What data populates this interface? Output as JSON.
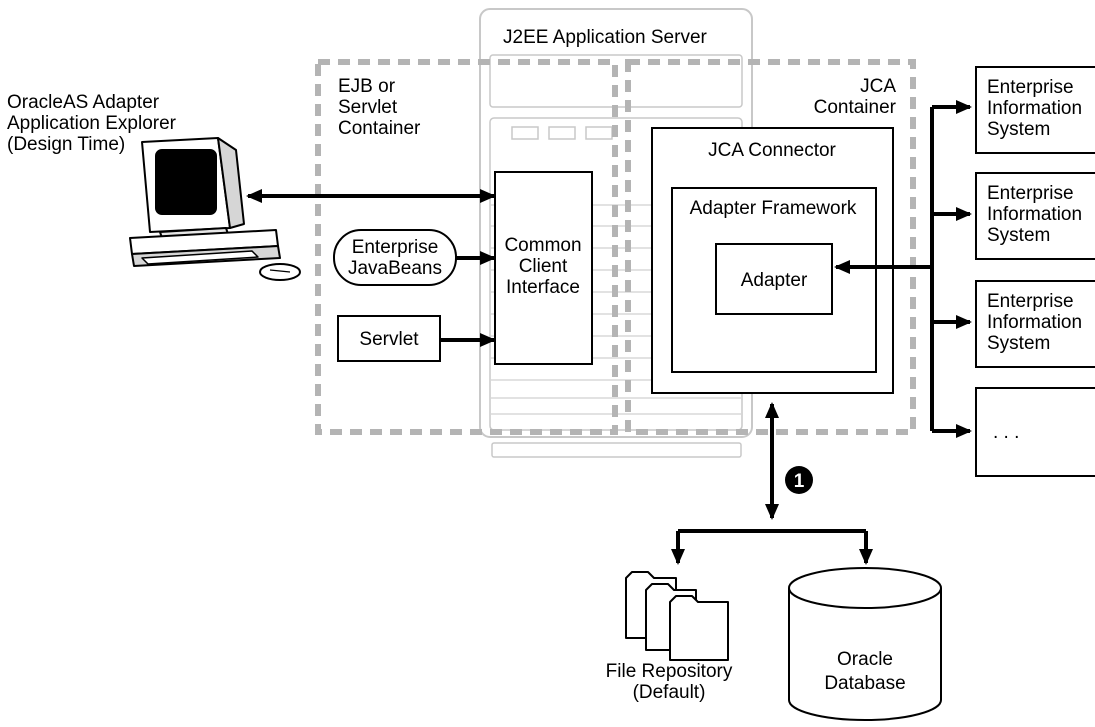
{
  "app_server": {
    "title": "J2EE Application Server"
  },
  "ejb_container": {
    "lines": [
      "EJB or",
      "Servlet",
      "Container"
    ]
  },
  "jca_container": {
    "lines": [
      "JCA",
      "Container"
    ]
  },
  "design_time": {
    "lines": [
      "OracleAS Adapter",
      "Application Explorer",
      "(Design Time)"
    ]
  },
  "jca_connector": {
    "label": "JCA Connector"
  },
  "adapter_framework": {
    "label": "Adapter Framework"
  },
  "adapter": {
    "label": "Adapter"
  },
  "cci": {
    "lines": [
      "Common",
      "Client",
      "Interface"
    ]
  },
  "ejb": {
    "lines": [
      "Enterprise",
      "JavaBeans"
    ]
  },
  "servlet": {
    "label": "Servlet"
  },
  "eis": [
    {
      "lines": [
        "Enterprise",
        "Information",
        "System"
      ]
    },
    {
      "lines": [
        "Enterprise",
        "Information",
        "System"
      ]
    },
    {
      "lines": [
        "Enterprise",
        "Information",
        "System"
      ]
    }
  ],
  "eis_more": {
    "label": ". . ."
  },
  "callout": {
    "number": "1"
  },
  "file_repo": {
    "lines": [
      "File Repository",
      "(Default)"
    ]
  },
  "oracle_db": {
    "lines": [
      "Oracle",
      "Database"
    ]
  }
}
